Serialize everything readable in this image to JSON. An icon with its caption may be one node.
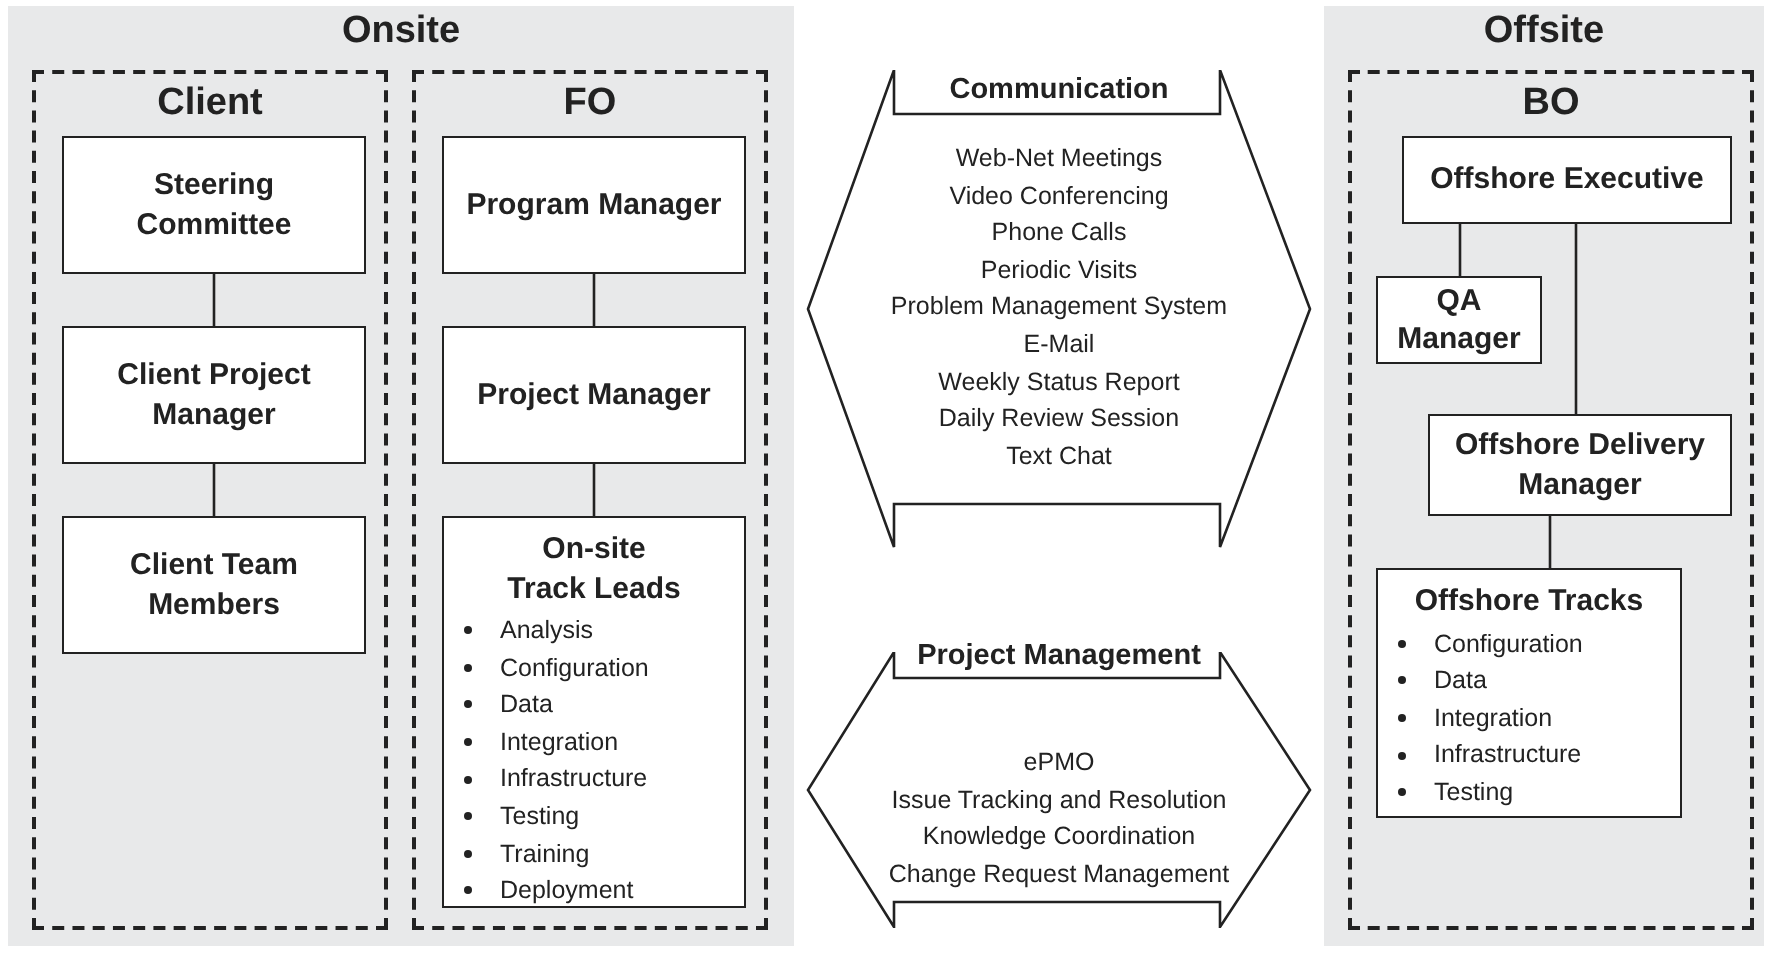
{
  "diagram": {
    "nodes": [
      {
        "text": [
          "Onsite"
        ]
      },
      {
        "text": [
          "Client"
        ],
        "in": 0
      },
      {
        "text": [
          "Steering Committee"
        ],
        "in": 1
      },
      {
        "text": [
          "Client Project Manager"
        ],
        "in": 1
      },
      {
        "text": [
          "Client Team Members"
        ],
        "in": 1
      },
      {
        "text": [
          "FO"
        ],
        "in": 0
      },
      {
        "text": [
          "Program Manager"
        ],
        "in": 5
      },
      {
        "text": [
          "Project Manager"
        ],
        "in": 5
      },
      {
        "text": [
          "On-site Track Leads",
          "Analysis",
          "Configuration",
          "Data",
          "Integration",
          "Infrastructure",
          "Testing",
          "Training",
          "Deployment"
        ],
        "in": 5
      },
      {
        "text": [
          "Communication",
          "Web-Net Meetings",
          "Video Conferencing",
          "Phone Calls",
          "Periodic Visits",
          "Problem Management System",
          "E-Mail",
          "Weekly Status Report",
          "Daily Review Session",
          "Text Chat"
        ]
      },
      {
        "text": [
          "Project Management",
          "ePMO",
          "Issue Tracking and Resolution",
          "Knowledge Coordination",
          "Change Request Management"
        ]
      },
      {
        "text": [
          "Offsite"
        ]
      },
      {
        "text": [
          "BO"
        ],
        "in": 11
      },
      {
        "text": [
          "Offshore Executive"
        ],
        "in": 12
      },
      {
        "text": [
          "QA Manager"
        ],
        "in": 12
      },
      {
        "text": [
          "Offshore Delivery Manager"
        ],
        "in": 12
      },
      {
        "text": [
          "Offshore Tracks",
          "Configuration",
          "Data",
          "Integration",
          "Infrastructure",
          "Testing"
        ],
        "in": 12
      }
    ],
    "edges": [
      {
        "from": 2,
        "to": 3,
        "arrow": "none"
      },
      {
        "from": 3,
        "to": 4,
        "arrow": "none"
      },
      {
        "from": 6,
        "to": 7,
        "arrow": "none"
      },
      {
        "from": 7,
        "to": 8,
        "arrow": "none"
      },
      {
        "from": 13,
        "to": 14,
        "arrow": "none"
      },
      {
        "from": 13,
        "to": 15,
        "arrow": "none"
      },
      {
        "from": 15,
        "to": 16,
        "arrow": "none"
      }
    ]
  }
}
